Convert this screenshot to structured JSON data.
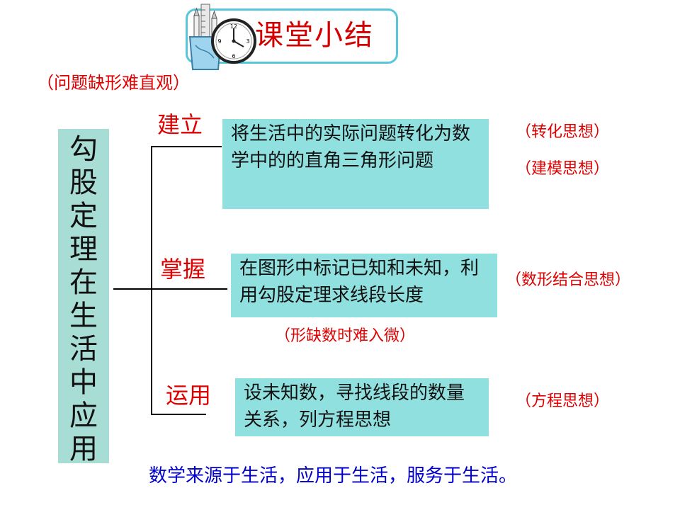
{
  "header": {
    "title": "课堂小结"
  },
  "sub_note": "（问题缺形难直观）",
  "main_box": {
    "text": "勾股定理在生活中应用"
  },
  "stages": [
    {
      "label": "建立",
      "content": "将生活中的实际问题转化为数学中的的直角三角形问题",
      "notes": [
        "（转化思想）",
        "（建模思想）"
      ]
    },
    {
      "label": "掌握",
      "content": "在图形中标记已知和未知，利用勾股定理求线段长度",
      "notes": [
        "（数形结合思想）"
      ],
      "below_note": "（形缺数时难入微）"
    },
    {
      "label": "运用",
      "content": "设未知数，寻找线段的数量关系，列方程思想",
      "notes": [
        "（方程思想）"
      ]
    }
  ],
  "footer": "数学来源于生活，应用于生活，服务于生活。",
  "colors": {
    "title_red": "#d40000",
    "note_red": "#e00000",
    "footer_blue": "#0000c8",
    "main_box_bg": "#a8ddd5",
    "content_box_bg": "#8fe0df",
    "badge_border": "#57c7d9"
  }
}
